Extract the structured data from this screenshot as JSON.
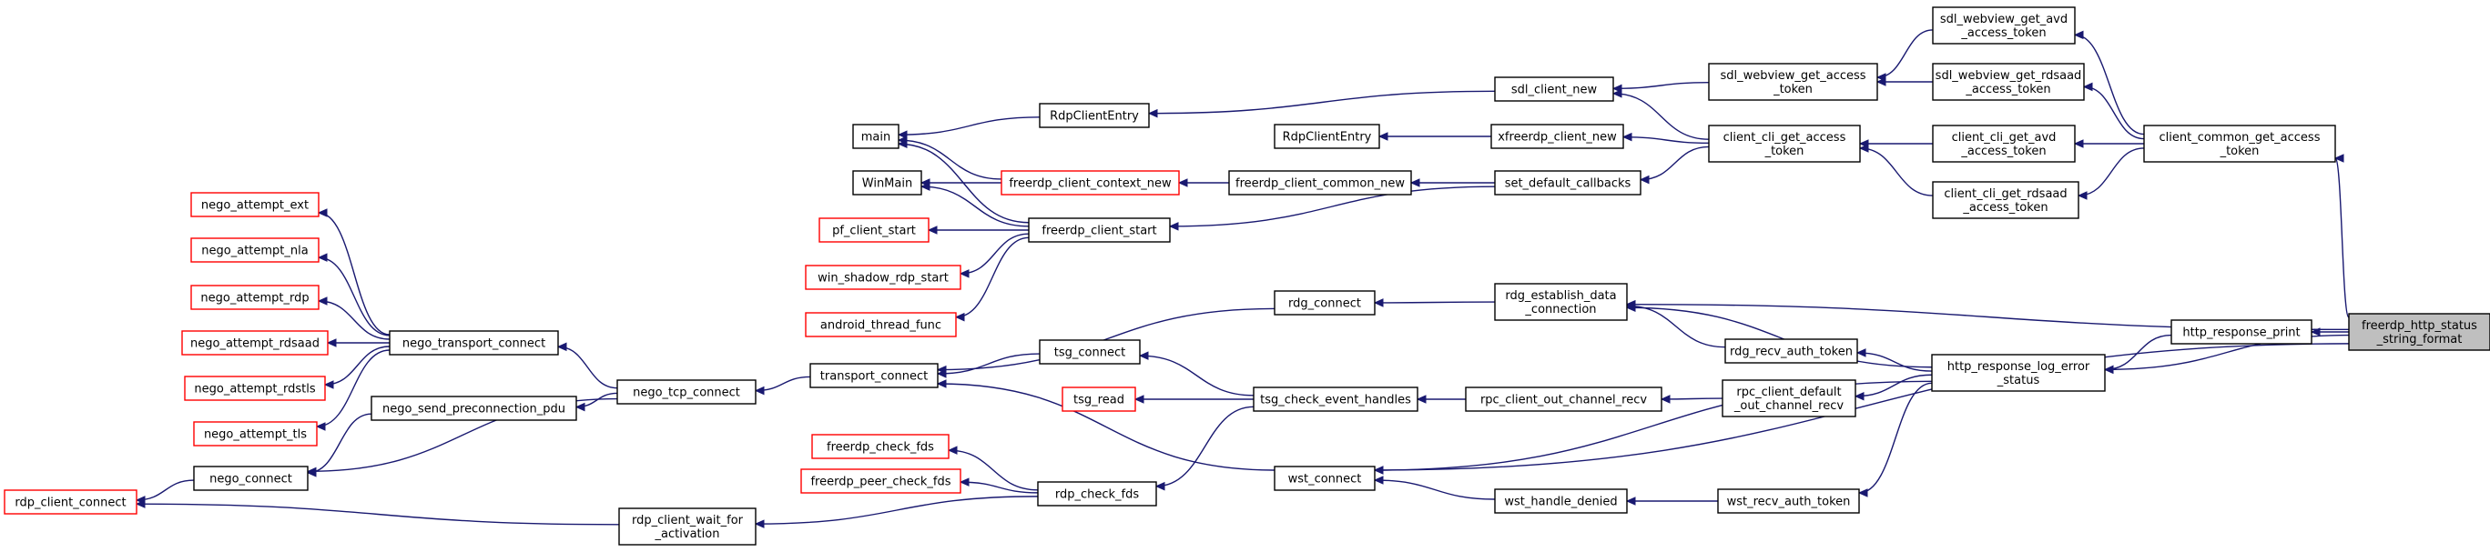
{
  "colors": {
    "edge": "#191970",
    "node_border": "#000000",
    "node_border_truncated": "#ff0000",
    "root_fill": "#bfbfbf",
    "node_fill": "#ffffff"
  },
  "nodes": [
    {
      "id": "root",
      "lines": [
        "freerdp_http_status",
        "_string_format"
      ],
      "style": "root"
    },
    {
      "id": "http_response_print",
      "lines": [
        "http_response_print"
      ]
    },
    {
      "id": "http_response_log_error_status",
      "lines": [
        "http_response_log_error",
        "_status"
      ]
    },
    {
      "id": "client_common_get_access_token",
      "lines": [
        "client_common_get_access",
        "_token"
      ]
    },
    {
      "id": "sdl_webview_get_avd_access_token",
      "lines": [
        "sdl_webview_get_avd",
        "_access_token"
      ]
    },
    {
      "id": "sdl_webview_get_rdsaad_access_token",
      "lines": [
        "sdl_webview_get_rdsaad",
        "_access_token"
      ]
    },
    {
      "id": "client_cli_get_avd_access_token",
      "lines": [
        "client_cli_get_avd",
        "_access_token"
      ]
    },
    {
      "id": "client_cli_get_rdsaad_access_token",
      "lines": [
        "client_cli_get_rdsaad",
        "_access_token"
      ]
    },
    {
      "id": "sdl_webview_get_access_token",
      "lines": [
        "sdl_webview_get_access",
        "_token"
      ]
    },
    {
      "id": "client_cli_get_access_token",
      "lines": [
        "client_cli_get_access",
        "_token"
      ]
    },
    {
      "id": "sdl_client_new",
      "lines": [
        "sdl_client_new"
      ]
    },
    {
      "id": "xfreerdp_client_new",
      "lines": [
        "xfreerdp_client_new"
      ]
    },
    {
      "id": "set_default_callbacks",
      "lines": [
        "set_default_callbacks"
      ]
    },
    {
      "id": "RdpClientEntry_a",
      "lines": [
        "RdpClientEntry"
      ]
    },
    {
      "id": "RdpClientEntry_b",
      "lines": [
        "RdpClientEntry"
      ]
    },
    {
      "id": "main",
      "lines": [
        "main"
      ]
    },
    {
      "id": "WinMain",
      "lines": [
        "WinMain"
      ]
    },
    {
      "id": "freerdp_client_common_new",
      "lines": [
        "freerdp_client_common_new"
      ]
    },
    {
      "id": "freerdp_client_context_new",
      "lines": [
        "freerdp_client_context_new"
      ],
      "style": "red"
    },
    {
      "id": "freerdp_client_start",
      "lines": [
        "freerdp_client_start"
      ]
    },
    {
      "id": "pf_client_start",
      "lines": [
        "pf_client_start"
      ],
      "style": "red"
    },
    {
      "id": "win_shadow_rdp_start",
      "lines": [
        "win_shadow_rdp_start"
      ],
      "style": "red"
    },
    {
      "id": "android_thread_func",
      "lines": [
        "android_thread_func"
      ],
      "style": "red"
    },
    {
      "id": "rdg_establish_data_connection",
      "lines": [
        "rdg_establish_data",
        "_connection"
      ]
    },
    {
      "id": "rdg_recv_auth_token",
      "lines": [
        "rdg_recv_auth_token"
      ]
    },
    {
      "id": "rdg_connect",
      "lines": [
        "rdg_connect"
      ]
    },
    {
      "id": "rpc_client_default_out_channel_recv",
      "lines": [
        "rpc_client_default",
        "_out_channel_recv"
      ]
    },
    {
      "id": "rpc_client_out_channel_recv",
      "lines": [
        "rpc_client_out_channel_recv"
      ]
    },
    {
      "id": "tsg_check_event_handles",
      "lines": [
        "tsg_check_event_handles"
      ]
    },
    {
      "id": "tsg_connect",
      "lines": [
        "tsg_connect"
      ]
    },
    {
      "id": "tsg_read",
      "lines": [
        "tsg_read"
      ],
      "style": "red"
    },
    {
      "id": "rdp_check_fds",
      "lines": [
        "rdp_check_fds"
      ]
    },
    {
      "id": "freerdp_check_fds",
      "lines": [
        "freerdp_check_fds"
      ],
      "style": "red"
    },
    {
      "id": "freerdp_peer_check_fds",
      "lines": [
        "freerdp_peer_check_fds"
      ],
      "style": "red"
    },
    {
      "id": "rdp_client_wait_for_activation",
      "lines": [
        "rdp_client_wait_for",
        "_activation"
      ]
    },
    {
      "id": "wst_recv_auth_token",
      "lines": [
        "wst_recv_auth_token"
      ]
    },
    {
      "id": "wst_handle_denied",
      "lines": [
        "wst_handle_denied"
      ]
    },
    {
      "id": "wst_connect",
      "lines": [
        "wst_connect"
      ]
    },
    {
      "id": "transport_connect",
      "lines": [
        "transport_connect"
      ]
    },
    {
      "id": "nego_tcp_connect",
      "lines": [
        "nego_tcp_connect"
      ]
    },
    {
      "id": "nego_transport_connect",
      "lines": [
        "nego_transport_connect"
      ]
    },
    {
      "id": "nego_send_preconnection_pdu",
      "lines": [
        "nego_send_preconnection_pdu"
      ]
    },
    {
      "id": "nego_connect",
      "lines": [
        "nego_connect"
      ]
    },
    {
      "id": "rdp_client_connect",
      "lines": [
        "rdp_client_connect"
      ],
      "style": "red"
    },
    {
      "id": "nego_attempt_ext",
      "lines": [
        "nego_attempt_ext"
      ],
      "style": "red"
    },
    {
      "id": "nego_attempt_nla",
      "lines": [
        "nego_attempt_nla"
      ],
      "style": "red"
    },
    {
      "id": "nego_attempt_rdp",
      "lines": [
        "nego_attempt_rdp"
      ],
      "style": "red"
    },
    {
      "id": "nego_attempt_rdsaad",
      "lines": [
        "nego_attempt_rdsaad"
      ],
      "style": "red"
    },
    {
      "id": "nego_attempt_rdstls",
      "lines": [
        "nego_attempt_rdstls"
      ],
      "style": "red"
    },
    {
      "id": "nego_attempt_tls",
      "lines": [
        "nego_attempt_tls"
      ],
      "style": "red"
    }
  ],
  "edges": [
    [
      "root",
      "http_response_print"
    ],
    [
      "root",
      "http_response_log_error_status"
    ],
    [
      "root",
      "client_common_get_access_token"
    ],
    [
      "root",
      "rdg_establish_data_connection"
    ],
    [
      "root",
      "wst_connect"
    ],
    [
      "http_response_print",
      "http_response_log_error_status"
    ],
    [
      "client_common_get_access_token",
      "sdl_webview_get_avd_access_token"
    ],
    [
      "client_common_get_access_token",
      "sdl_webview_get_rdsaad_access_token"
    ],
    [
      "client_common_get_access_token",
      "client_cli_get_avd_access_token"
    ],
    [
      "client_common_get_access_token",
      "client_cli_get_rdsaad_access_token"
    ],
    [
      "sdl_webview_get_avd_access_token",
      "sdl_webview_get_access_token"
    ],
    [
      "sdl_webview_get_rdsaad_access_token",
      "sdl_webview_get_access_token"
    ],
    [
      "client_cli_get_avd_access_token",
      "client_cli_get_access_token"
    ],
    [
      "client_cli_get_rdsaad_access_token",
      "client_cli_get_access_token"
    ],
    [
      "sdl_webview_get_access_token",
      "sdl_client_new"
    ],
    [
      "client_cli_get_access_token",
      "sdl_client_new"
    ],
    [
      "client_cli_get_access_token",
      "xfreerdp_client_new"
    ],
    [
      "client_cli_get_access_token",
      "set_default_callbacks"
    ],
    [
      "sdl_client_new",
      "RdpClientEntry_a"
    ],
    [
      "xfreerdp_client_new",
      "RdpClientEntry_b"
    ],
    [
      "set_default_callbacks",
      "freerdp_client_common_new"
    ],
    [
      "set_default_callbacks",
      "freerdp_client_start"
    ],
    [
      "RdpClientEntry_a",
      "main"
    ],
    [
      "freerdp_client_common_new",
      "freerdp_client_context_new"
    ],
    [
      "freerdp_client_context_new",
      "main"
    ],
    [
      "freerdp_client_context_new",
      "WinMain"
    ],
    [
      "freerdp_client_start",
      "main"
    ],
    [
      "freerdp_client_start",
      "WinMain"
    ],
    [
      "freerdp_client_start",
      "pf_client_start"
    ],
    [
      "freerdp_client_start",
      "win_shadow_rdp_start"
    ],
    [
      "freerdp_client_start",
      "android_thread_func"
    ],
    [
      "http_response_log_error_status",
      "rdg_establish_data_connection"
    ],
    [
      "http_response_log_error_status",
      "rdg_recv_auth_token"
    ],
    [
      "http_response_log_error_status",
      "rpc_client_default_out_channel_recv"
    ],
    [
      "http_response_log_error_status",
      "wst_connect"
    ],
    [
      "http_response_log_error_status",
      "wst_recv_auth_token"
    ],
    [
      "rdg_recv_auth_token",
      "rdg_establish_data_connection"
    ],
    [
      "rdg_establish_data_connection",
      "rdg_connect"
    ],
    [
      "rdg_connect",
      "transport_connect"
    ],
    [
      "rpc_client_default_out_channel_recv",
      "rpc_client_out_channel_recv"
    ],
    [
      "rpc_client_out_channel_recv",
      "tsg_check_event_handles"
    ],
    [
      "tsg_check_event_handles",
      "tsg_connect"
    ],
    [
      "tsg_check_event_handles",
      "tsg_read"
    ],
    [
      "tsg_check_event_handles",
      "rdp_check_fds"
    ],
    [
      "tsg_connect",
      "transport_connect"
    ],
    [
      "rdp_check_fds",
      "freerdp_check_fds"
    ],
    [
      "rdp_check_fds",
      "freerdp_peer_check_fds"
    ],
    [
      "rdp_check_fds",
      "rdp_client_wait_for_activation"
    ],
    [
      "rdp_client_wait_for_activation",
      "rdp_client_connect"
    ],
    [
      "wst_recv_auth_token",
      "wst_handle_denied"
    ],
    [
      "wst_handle_denied",
      "wst_connect"
    ],
    [
      "wst_connect",
      "transport_connect"
    ],
    [
      "transport_connect",
      "nego_tcp_connect"
    ],
    [
      "nego_tcp_connect",
      "nego_transport_connect"
    ],
    [
      "nego_tcp_connect",
      "nego_send_preconnection_pdu"
    ],
    [
      "nego_tcp_connect",
      "nego_connect"
    ],
    [
      "nego_send_preconnection_pdu",
      "nego_connect"
    ],
    [
      "nego_transport_connect",
      "nego_attempt_ext"
    ],
    [
      "nego_transport_connect",
      "nego_attempt_nla"
    ],
    [
      "nego_transport_connect",
      "nego_attempt_rdp"
    ],
    [
      "nego_transport_connect",
      "nego_attempt_rdsaad"
    ],
    [
      "nego_transport_connect",
      "nego_attempt_rdstls"
    ],
    [
      "nego_transport_connect",
      "nego_attempt_tls"
    ],
    [
      "nego_connect",
      "rdp_client_connect"
    ]
  ]
}
